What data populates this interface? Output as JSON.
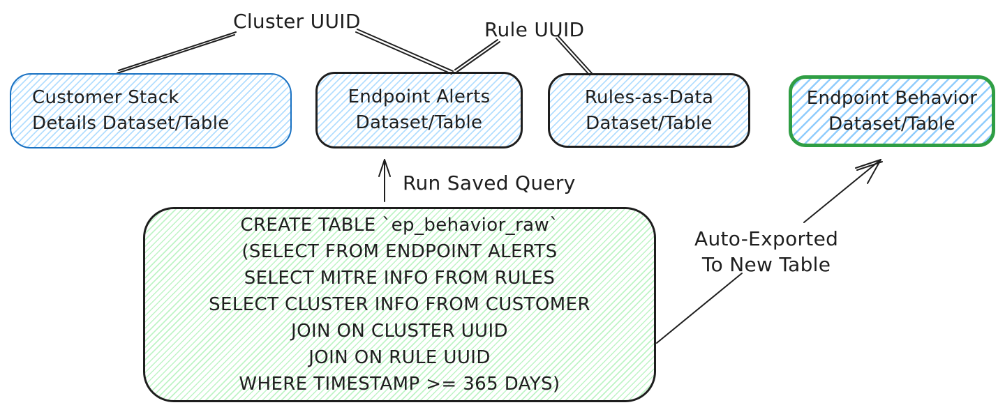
{
  "labels": {
    "cluster_uuid": "Cluster UUID",
    "rule_uuid": "Rule UUID",
    "run_saved_query": "Run Saved Query",
    "auto_exported_line1": "Auto-Exported",
    "auto_exported_line2": "To New Table"
  },
  "nodes": {
    "customer_stack": {
      "line1": "Customer Stack",
      "line2": "Details Dataset/Table"
    },
    "endpoint_alerts": {
      "line1": "Endpoint Alerts",
      "line2": "Dataset/Table"
    },
    "rules_as_data": {
      "line1": "Rules-as-Data",
      "line2": "Dataset/Table"
    },
    "endpoint_behavior": {
      "line1": "Endpoint Behavior",
      "line2": "Dataset/Table"
    }
  },
  "query_box": {
    "lines": [
      "CREATE TABLE `ep_behavior_raw`",
      "(SELECT FROM ENDPOINT ALERTS",
      "SELECT MITRE INFO FROM RULES",
      "SELECT CLUSTER INFO FROM CUSTOMER",
      "JOIN ON CLUSTER UUID",
      "JOIN ON RULE UUID",
      "WHERE TIMESTAMP >= 365 DAYS)"
    ]
  },
  "colors": {
    "ink": "#1e1e1e",
    "blue_stroke": "#1971c2",
    "blue_fill": "#a5d8ff",
    "blue_fill_bright": "#74c0fc",
    "green_stroke": "#2f9e44",
    "green_fill": "#b2f2bb",
    "background": "#ffffff"
  }
}
